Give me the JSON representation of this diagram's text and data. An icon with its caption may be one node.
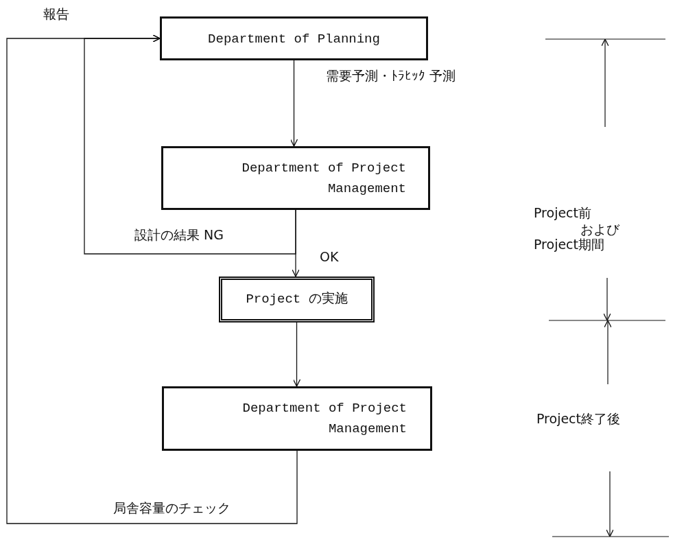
{
  "diagram": {
    "nodes": [
      {
        "text": [
          "Department of Planning"
        ]
      },
      {
        "text": [
          "Department of Project Management"
        ]
      },
      {
        "text": [
          "Project の実施"
        ]
      },
      {
        "text": [
          "Department of Project Management"
        ]
      }
    ],
    "edges": [
      {
        "from": 0,
        "to": 1,
        "arrow": "to",
        "label": "需要予測・ﾄﾗﾋｯｸ 予測"
      },
      {
        "from": 1,
        "to": 2,
        "arrow": "to",
        "label": "OK"
      },
      {
        "from": 1,
        "to": 0,
        "arrow": "to",
        "label": "設計の結果 NG"
      },
      {
        "from": 3,
        "to": 0,
        "arrow": "to",
        "label": "局舎容量のチェック"
      },
      {
        "from": 2,
        "to": 3,
        "arrow": "to"
      }
    ],
    "labels": [
      "報告",
      "Project前",
      "および",
      "Project期間",
      "Project終了後"
    ]
  }
}
